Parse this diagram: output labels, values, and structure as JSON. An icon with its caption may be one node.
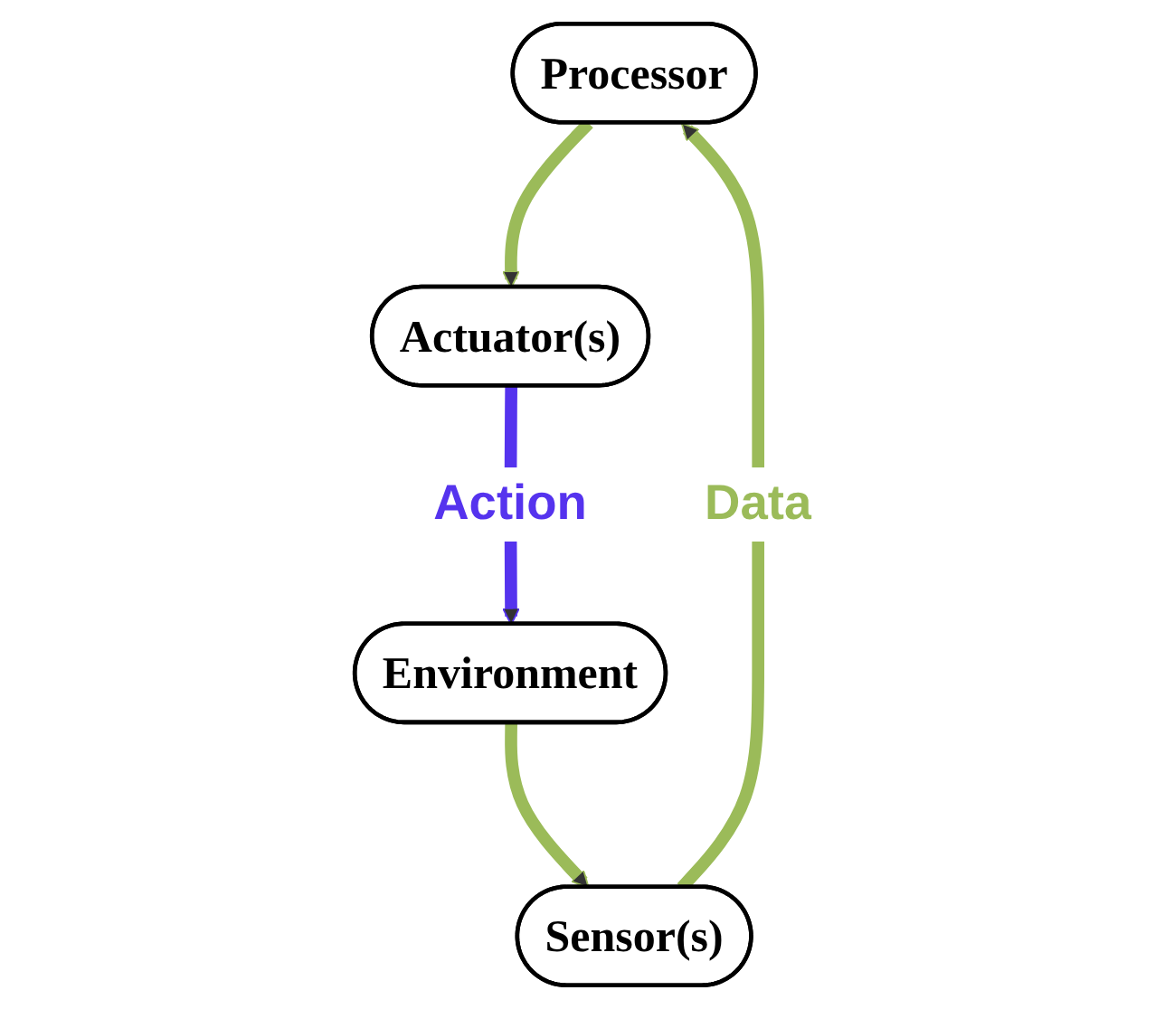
{
  "diagram": {
    "nodes": [
      {
        "text": [
          "Processor"
        ]
      },
      {
        "text": [
          "Sensor(s)"
        ]
      },
      {
        "text": [
          "Actuator(s)"
        ]
      },
      {
        "text": [
          "Environment"
        ]
      }
    ],
    "edges": [
      {
        "from": 1,
        "to": 0,
        "arrow": "to",
        "label": "Data"
      },
      {
        "from": 0,
        "to": 2,
        "arrow": "to"
      },
      {
        "from": 2,
        "to": 3,
        "arrow": "to",
        "label": "Action",
        "color": "#5533ee"
      },
      {
        "from": 3,
        "to": 1,
        "arrow": "to"
      }
    ]
  }
}
